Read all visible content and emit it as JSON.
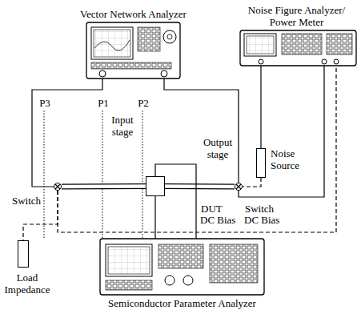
{
  "diagram": {
    "nodes": [
      {
        "text": [
          "Vector Network Analyzer"
        ]
      },
      {
        "text": [
          "Noise Figure Analyzer/ Power Meter"
        ]
      },
      {
        "text": [
          "Noise Source"
        ]
      },
      {
        "text": [
          "Switch"
        ]
      },
      {
        "text": [
          "DUT"
        ]
      },
      {
        "text": [
          "Switch"
        ]
      },
      {
        "text": [
          "Load Impedance"
        ]
      },
      {
        "text": [
          "Semiconductor Parameter Analyzer"
        ]
      }
    ],
    "edges": [
      {
        "from": 0,
        "to": 3,
        "arrow": "none"
      },
      {
        "from": 0,
        "to": 5,
        "arrow": "none"
      },
      {
        "from": 3,
        "to": 4,
        "arrow": "none"
      },
      {
        "from": 4,
        "to": 5,
        "arrow": "none"
      },
      {
        "from": 1,
        "to": 2,
        "arrow": "none"
      },
      {
        "from": 2,
        "to": 5,
        "arrow": "none"
      },
      {
        "from": 5,
        "to": 1,
        "arrow": "none"
      },
      {
        "from": 3,
        "to": 6,
        "arrow": "none"
      },
      {
        "from": 3,
        "to": 1,
        "arrow": "none"
      },
      {
        "from": 7,
        "to": 4,
        "arrow": "none"
      },
      {
        "from": 7,
        "to": 4,
        "arrow": "none"
      }
    ],
    "labels": [
      "P3",
      "P1",
      "P2",
      "Input stage",
      "Output stage",
      "DC Bias",
      "DC Bias"
    ]
  }
}
